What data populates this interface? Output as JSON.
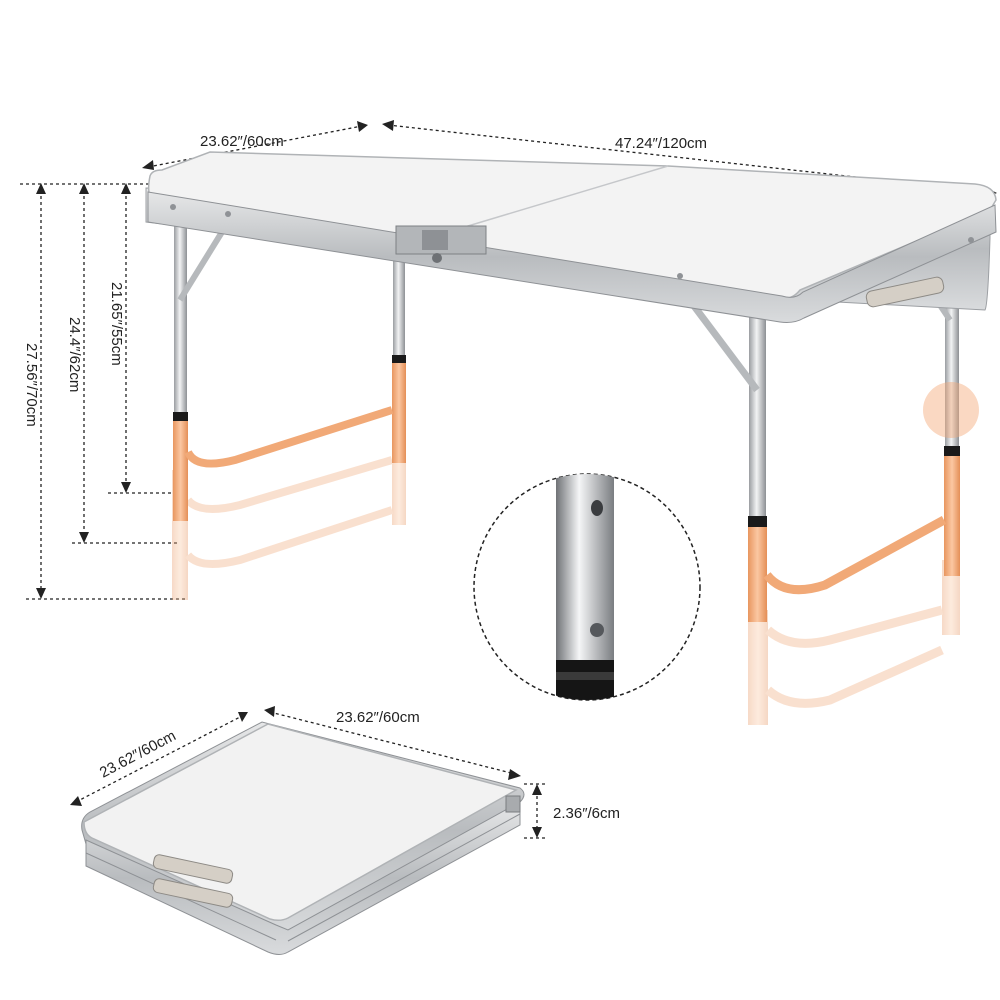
{
  "dimensions": {
    "table_width": "23.62″/60cm",
    "table_length": "47.24″/120cm",
    "height_low": "21.65″/55cm",
    "height_mid": "24.4″/62cm",
    "height_high": "27.56″/70cm",
    "folded_width": "23.62″/60cm",
    "folded_length": "23.62″/60cm",
    "folded_thickness": "2.36″/6cm"
  },
  "colors": {
    "tabletop": "#f2f2f2",
    "frame": "#c9cbcd",
    "leg": "#d8dadc",
    "leg_highlight": "#f4a877",
    "foot": "#1a1a1a",
    "line": "#222222"
  },
  "icons": {
    "zoom_circle": "leg-detail-magnifier-icon",
    "handle": "carry-handle-icon",
    "latch": "latch-icon"
  }
}
